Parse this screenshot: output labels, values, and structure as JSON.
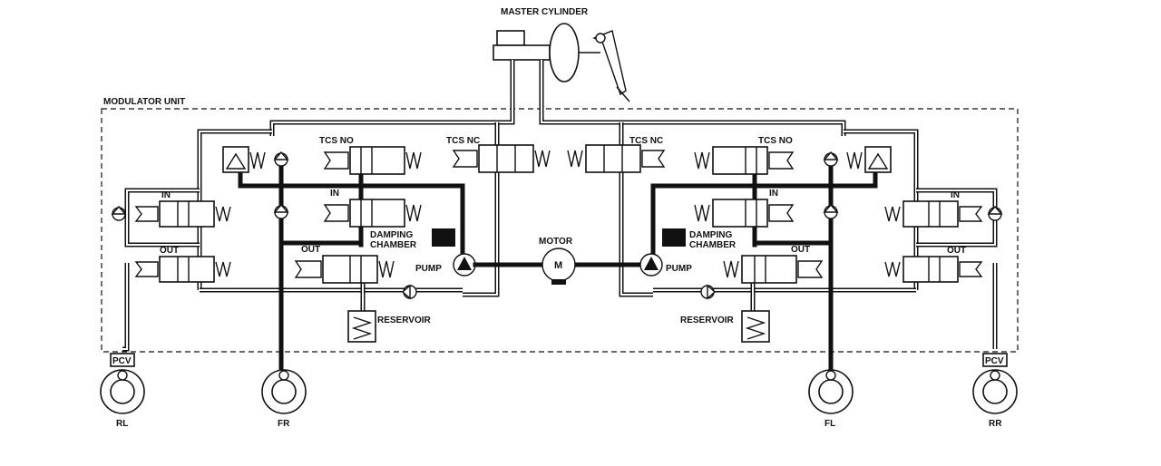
{
  "labels": {
    "master_cylinder": "MASTER CYLINDER",
    "modulator_unit": "MODULATOR UNIT",
    "tcs_no": "TCS NO",
    "tcs_nc": "TCS NC",
    "in": "IN",
    "out": "OUT",
    "damping_chamber_line1": "DAMPING",
    "damping_chamber_line2": "CHAMBER",
    "pump": "PUMP",
    "motor": "MOTOR",
    "motor_symbol": "M",
    "reservoir": "RESERVOIR",
    "pcv": "PCV"
  },
  "wheels": [
    "RL",
    "FR",
    "FL",
    "RR"
  ]
}
